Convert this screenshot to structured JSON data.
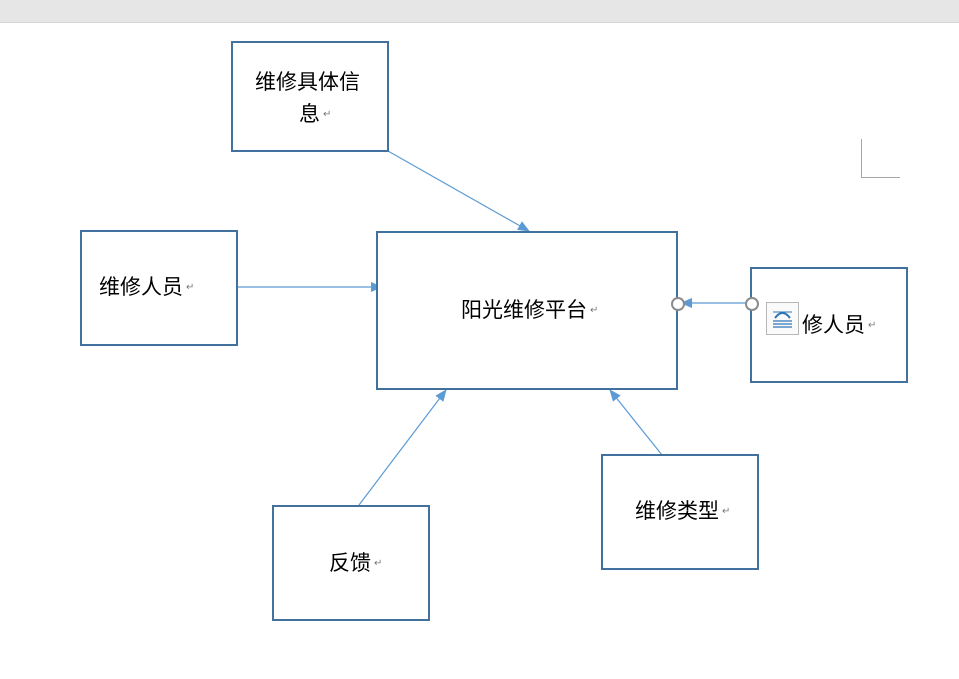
{
  "diagram": {
    "center": {
      "label": "阳光维修平台"
    },
    "top": {
      "label_line1": "维修具体信",
      "label_line2": "息"
    },
    "left": {
      "label": "维修人员"
    },
    "right": {
      "label": "修人员"
    },
    "bottom_left": {
      "label": "反馈"
    },
    "bottom_right": {
      "label": "维修类型"
    },
    "paragraph_mark": "↵"
  },
  "colors": {
    "box_border": "#41719c",
    "connector": "#5b9bd5"
  },
  "icons": {
    "anchor": "layout-options-icon"
  }
}
